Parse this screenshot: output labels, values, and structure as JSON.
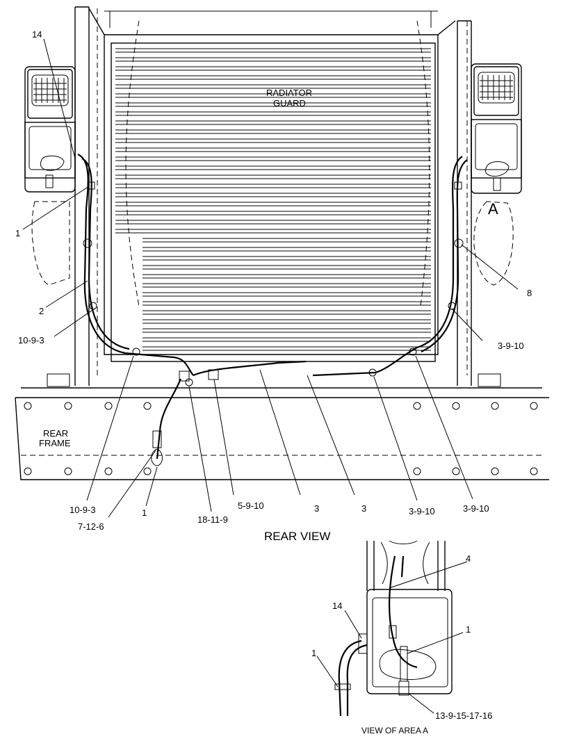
{
  "main_view": {
    "title": "REAR VIEW",
    "radiator_label_1": "RADIATOR",
    "radiator_label_2": "GUARD",
    "rear_frame_label_1": "REAR",
    "rear_frame_label_2": "FRAME",
    "area_marker": "A",
    "callouts": [
      {
        "text": "14"
      },
      {
        "text": "1"
      },
      {
        "text": "2"
      },
      {
        "text": "10-9-3"
      },
      {
        "text": "8"
      },
      {
        "text": "3-9-10"
      },
      {
        "text": "10-9-3"
      },
      {
        "text": "7-12-6"
      },
      {
        "text": "1"
      },
      {
        "text": "18-11-9"
      },
      {
        "text": "5-9-10"
      },
      {
        "text": "3"
      },
      {
        "text": "3"
      },
      {
        "text": "3-9-10"
      },
      {
        "text": "3-9-10"
      }
    ]
  },
  "detail_view": {
    "title": "VIEW OF AREA A",
    "callouts": [
      {
        "text": "4"
      },
      {
        "text": "14"
      },
      {
        "text": "1"
      },
      {
        "text": "1"
      },
      {
        "text": "13-9-15-17-16"
      }
    ]
  }
}
